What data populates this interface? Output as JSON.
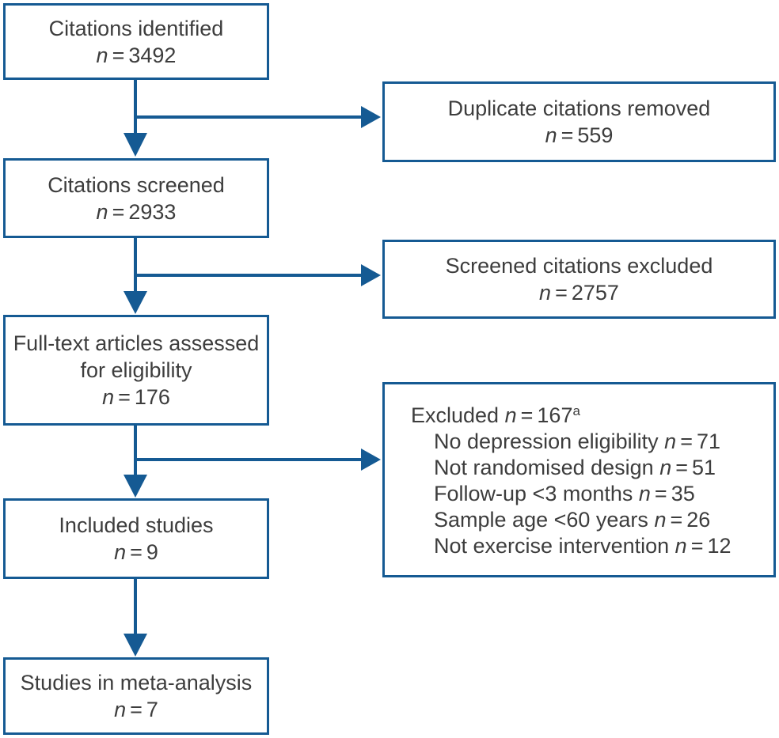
{
  "symbols": {
    "n": "n",
    "eq": "="
  },
  "colors": {
    "line_blue": "#155a93",
    "text": "#3d3d3d",
    "background": "#ffffff"
  },
  "flow_boxes": [
    {
      "label": "Citations identified",
      "value": "3492"
    },
    {
      "label": "Citations screened",
      "value": "2933"
    },
    {
      "label": "Full-text articles assessed for eligibility",
      "value": "176"
    },
    {
      "label": "Included studies",
      "value": "9"
    },
    {
      "label": "Studies in meta-analysis",
      "value": "7"
    }
  ],
  "side_boxes": [
    {
      "label": "Duplicate citations removed",
      "value": "559"
    },
    {
      "label": "Screened citations excluded",
      "value": "2757"
    }
  ],
  "exclusion_box": {
    "label": "Excluded",
    "value": "167",
    "superscript": "a",
    "reasons": [
      {
        "label": "No depression eligibility",
        "value": "71"
      },
      {
        "label": "Not randomised design",
        "value": "51"
      },
      {
        "label": "Follow-up <3 months",
        "value": "35"
      },
      {
        "label": "Sample age <60 years",
        "value": "26"
      },
      {
        "label": "Not exercise intervention",
        "value": "12"
      }
    ]
  }
}
